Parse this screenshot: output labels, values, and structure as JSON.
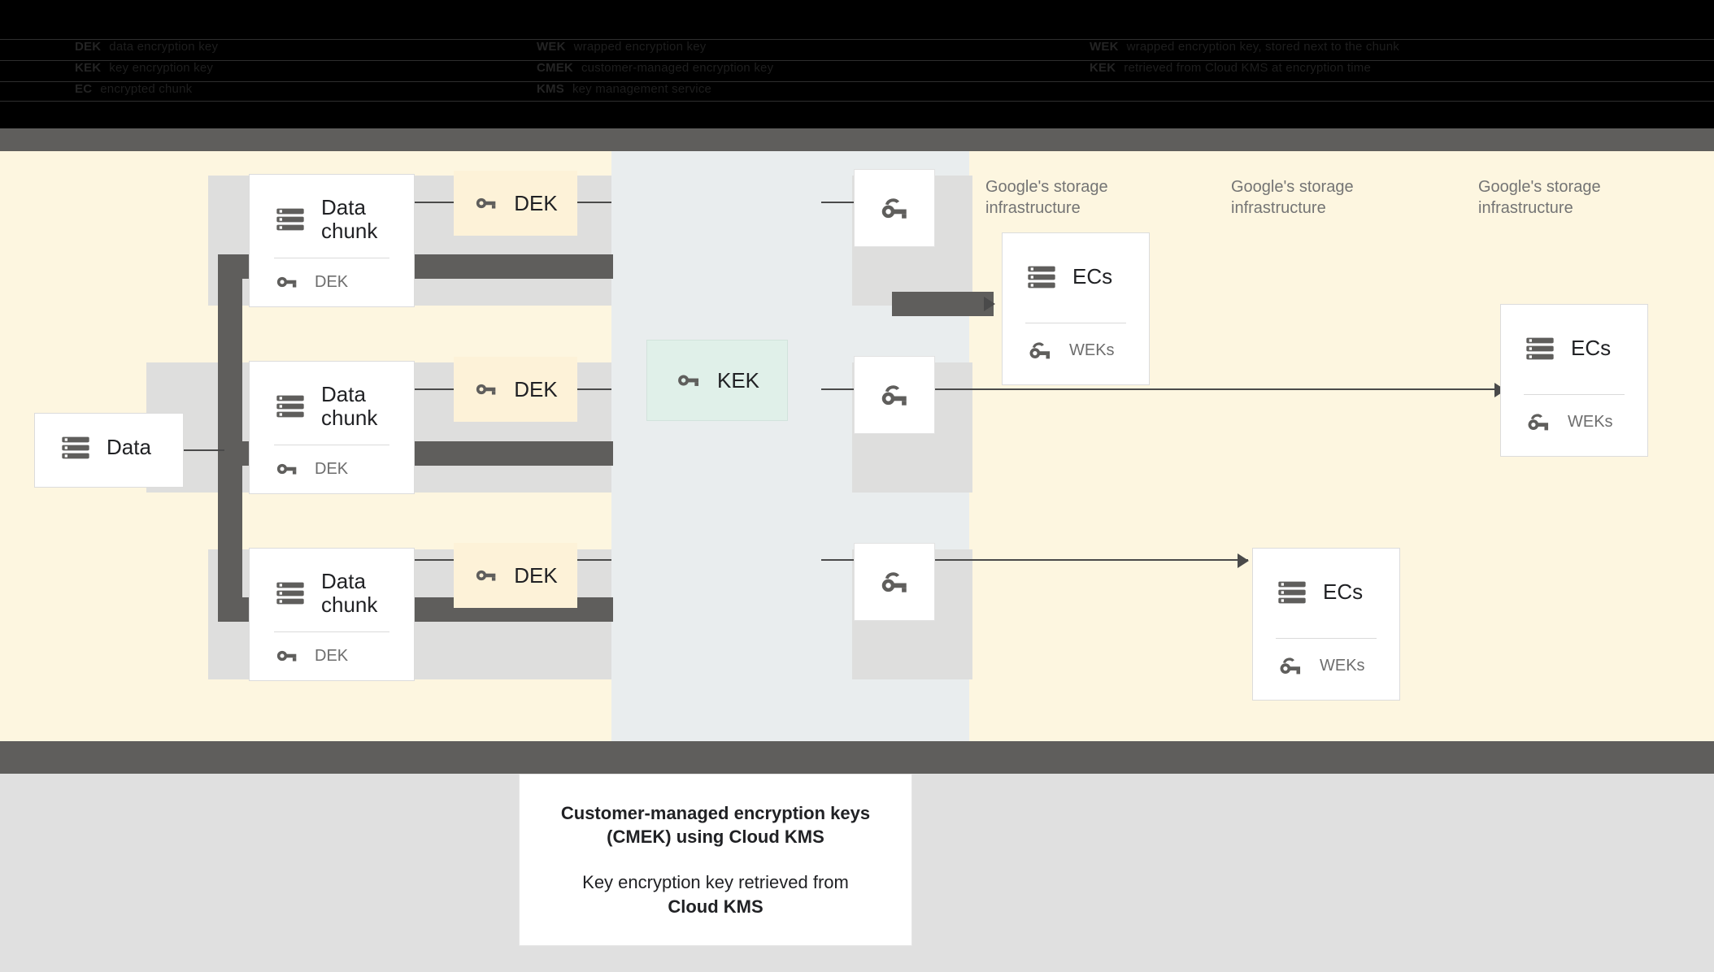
{
  "legend": {
    "columns": [
      {
        "entries": [
          {
            "term": "DEK",
            "definition": "data encryption key"
          },
          {
            "term": "KEK",
            "definition": "key encryption key"
          },
          {
            "term": "EC",
            "definition": "encrypted chunk"
          }
        ]
      },
      {
        "entries": [
          {
            "term": "WEK",
            "definition": "wrapped encryption key"
          },
          {
            "term": "CMEK",
            "definition": "customer-managed encryption key"
          },
          {
            "term": "KMS",
            "definition": "key management service"
          }
        ]
      },
      {
        "entries": [
          {
            "term": "WEK",
            "definition": "wrapped encryption key, stored next to the chunk"
          },
          {
            "term": "KEK",
            "definition": "retrieved from Cloud KMS at encryption time"
          }
        ]
      }
    ]
  },
  "diagram": {
    "source": {
      "title": "Data",
      "icon": "storage-icon"
    },
    "chunks": [
      {
        "title": "Data\nchunk",
        "key_label": "DEK",
        "icon": "storage-icon",
        "key_icon": "key-icon"
      },
      {
        "title": "Data\nchunk",
        "key_label": "DEK",
        "icon": "storage-icon",
        "key_icon": "key-icon"
      },
      {
        "title": "Data\nchunk",
        "key_label": "DEK",
        "icon": "storage-icon",
        "key_icon": "key-icon"
      }
    ],
    "deks": [
      {
        "label": "DEK",
        "icon": "key-icon"
      },
      {
        "label": "DEK",
        "icon": "key-icon"
      },
      {
        "label": "DEK",
        "icon": "key-icon"
      }
    ],
    "kek": {
      "label": "KEK",
      "icon": "key-icon"
    },
    "wrapped_keys": [
      {
        "icon": "wrapped-key-icon"
      },
      {
        "icon": "wrapped-key-icon"
      },
      {
        "icon": "wrapped-key-icon"
      }
    ],
    "storage_labels": [
      "Google's storage\ninfrastructure",
      "Google's storage\ninfrastructure",
      "Google's storage\ninfrastructure"
    ],
    "stored_chunks": [
      {
        "title": "ECs",
        "key_label": "WEKs",
        "icon": "storage-icon",
        "key_icon": "wrapped-key-icon"
      },
      {
        "title": "ECs",
        "key_label": "WEKs",
        "icon": "storage-icon",
        "key_icon": "wrapped-key-icon"
      },
      {
        "title": "ECs",
        "key_label": "WEKs",
        "icon": "storage-icon",
        "key_icon": "wrapped-key-icon"
      }
    ]
  },
  "caption": {
    "heading": "Customer-managed encryption keys\n(CMEK) using Cloud KMS",
    "body_prefix": "Key encryption key retrieved from",
    "body_strong": "Cloud KMS"
  },
  "colors": {
    "panel_cream": "#fdf6e0",
    "panel_blue_gray": "#e9edee",
    "band_gray": "#dededd",
    "frame_gray": "#5f5e5c",
    "kek_green": "#e0f0e9",
    "dek_cream": "#fdf2d8",
    "footer_gray": "#e0e0e0",
    "icon_gray": "#5f5e5c",
    "line_gray": "#4a4a4a"
  }
}
